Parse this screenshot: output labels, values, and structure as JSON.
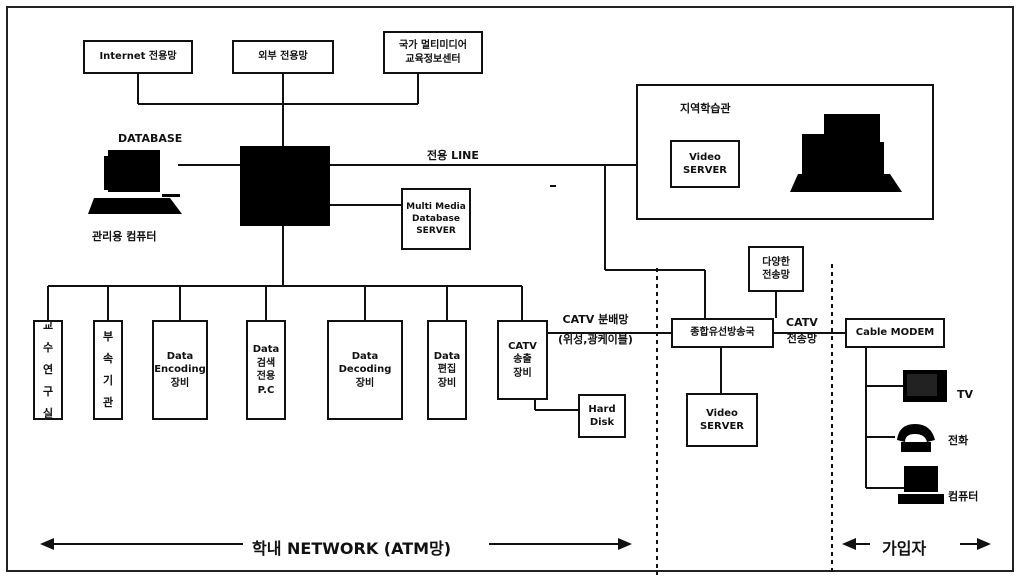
{
  "top_nodes": {
    "internet": "Internet 전용망",
    "external": "외부 전용망",
    "national": "국가 멀티미디어\n교육정보센터"
  },
  "left": {
    "database_label": "DATABASE",
    "admin_label": "관리용 컴퓨터"
  },
  "multimedia_server": "Multi Media\nDatabase\nSERVER",
  "dedicated_line": "전용 LINE",
  "regional": {
    "title": "지역학습관",
    "video_server": "Video\nSERVER"
  },
  "bottom_boxes": {
    "professor": "교수연구실",
    "affiliated": "부속기관",
    "encoding": "Data\nEncoding\n장비",
    "search_pc": "Data\n검색\n전용\nP.C",
    "decoding": "Data\nDecoding\n장비",
    "editing": "Data\n편집\n장비",
    "catv_send": "CATV\n송출\n장비",
    "hard_disk": "Hard\nDisk"
  },
  "catv_network": "CATV 분배망\n(위성,광케이블)",
  "various_network": "다양한\n전송망",
  "broadcast_station": "종합유선방송국",
  "station_video_server": "Video\nSERVER",
  "catv_transmission": "CATV\n전송망",
  "cable_modem": "Cable MODEM",
  "subscriber_devices": {
    "tv": "TV",
    "phone": "전화",
    "computer": "컴퓨터"
  },
  "footer": {
    "campus_network": "학내 NETWORK (ATM망)",
    "subscriber": "가입자"
  }
}
